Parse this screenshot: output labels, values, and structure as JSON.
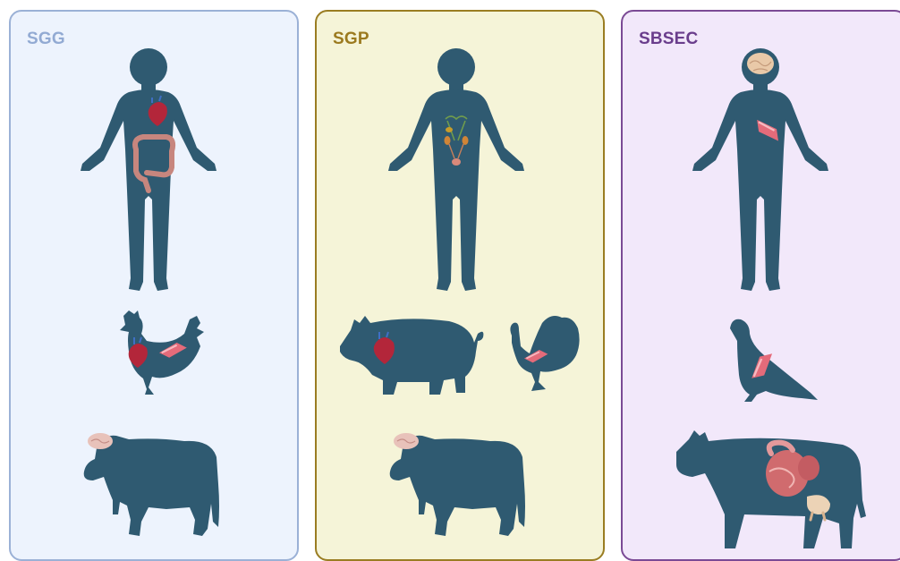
{
  "panels": [
    {
      "title": "SGG"
    },
    {
      "title": "SGP"
    },
    {
      "title": "SBSEC"
    }
  ],
  "colors": {
    "silhouette": "#2f5a71",
    "sgg_background": "#edf3fd",
    "sgg_border": "#9bb1d6",
    "sgp_background": "#f5f4d8",
    "sgp_border": "#9a7d22",
    "sbsec_background": "#f2e8fa",
    "sbsec_border": "#7b4a95"
  },
  "icons": {
    "sgg": [
      "human-silhouette-icon",
      "heart-icon",
      "colon-icon",
      "chicken-icon",
      "heart-icon",
      "muscle-tissue-icon",
      "calf-icon",
      "brain-icon"
    ],
    "sgp": [
      "human-silhouette-icon",
      "urinary-tract-icon",
      "pig-icon",
      "heart-icon",
      "turkey-icon",
      "muscle-tissue-icon",
      "calf-icon",
      "brain-icon"
    ],
    "sbsec": [
      "human-silhouette-icon",
      "brain-icon",
      "muscle-tissue-icon",
      "pigeon-icon",
      "muscle-tissue-icon",
      "cow-icon",
      "stomach-icon",
      "udder-icon"
    ]
  }
}
